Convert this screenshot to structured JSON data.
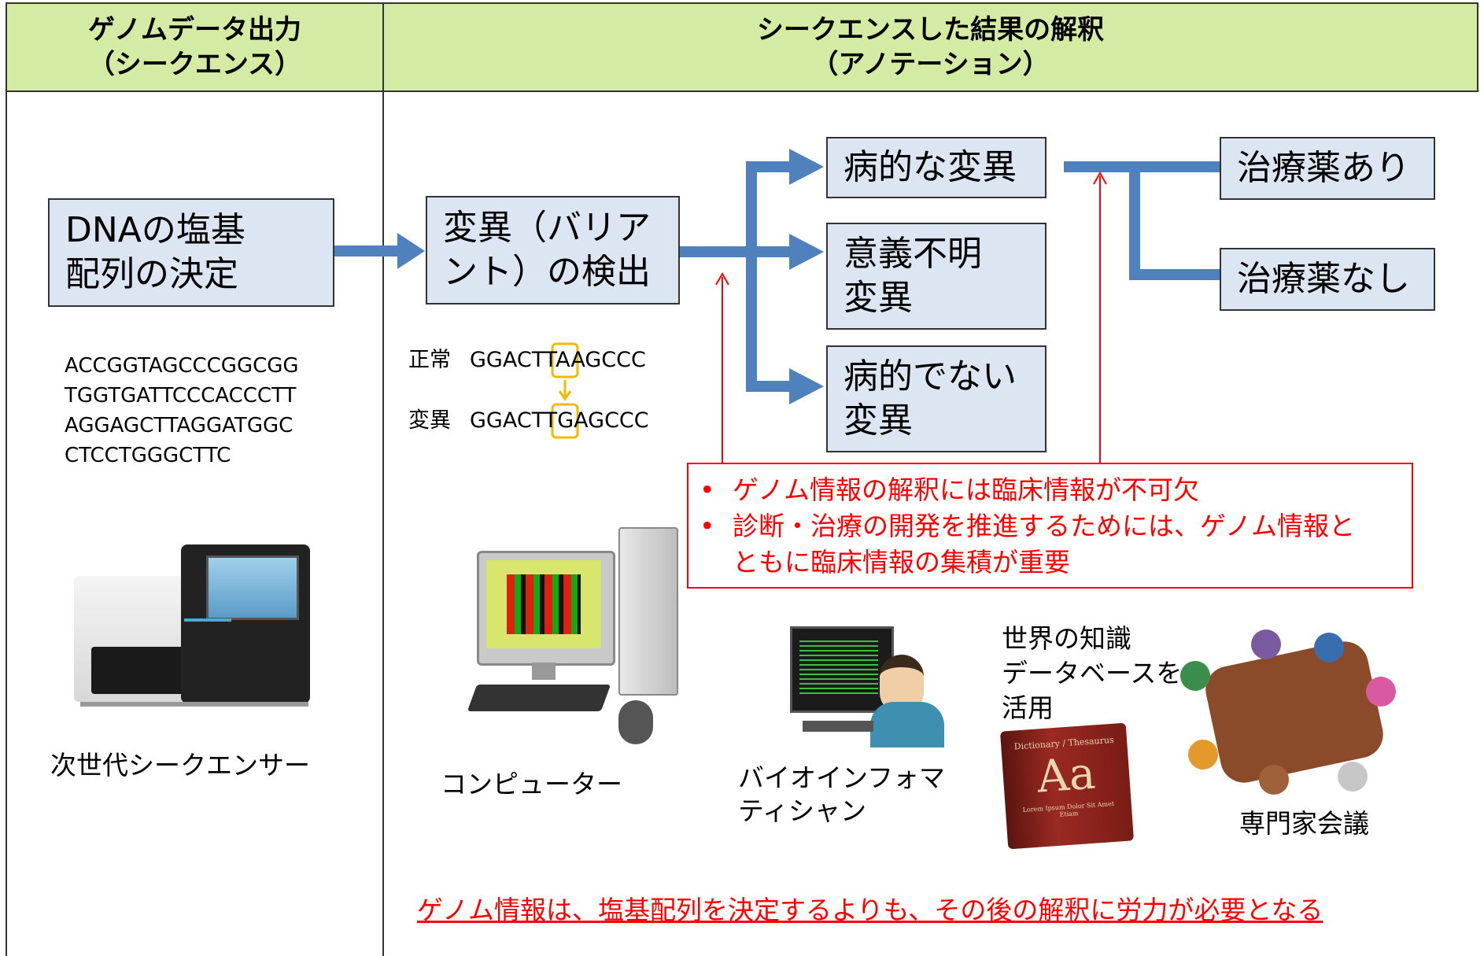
{
  "header": {
    "left_line1": "ゲノムデータ出力",
    "left_line2": "（シークエンス）",
    "right_line1": "シークエンスした結果の解釈",
    "right_line2": "（アノテーション）"
  },
  "left": {
    "dna_box_line1": "DNAの塩基",
    "dna_box_line2": "配列の決定",
    "sequence": [
      "ACCGGTAGCCCGGCGG",
      "TGGTGATTCCCACCCTT",
      "AGGAGCTTAGGATGGC",
      "CTCCTGGGCTTC"
    ],
    "sequencer_label": "次世代シークエンサー"
  },
  "variant": {
    "box_line1": "変異（バリア",
    "box_line2": "ント）の検出",
    "normal_label": "正常",
    "normal_seq_a": "GGACTT",
    "normal_seq_b": "A",
    "normal_seq_c": "AGCCC",
    "mutant_label": "変異",
    "mutant_seq_a": "GGACTT",
    "mutant_seq_b": "G",
    "mutant_seq_c": "AGCCC"
  },
  "classification": {
    "pathogenic": "病的な変異",
    "vus_line1": "意義不明",
    "vus_line2": "変異",
    "benign_line1": "病的でない",
    "benign_line2": "変異"
  },
  "treatment": {
    "available": "治療薬あり",
    "unavailable": "治療薬なし"
  },
  "notes": {
    "bullet": "•",
    "item1": "ゲノム情報の解釈には臨床情報が不可欠",
    "item2_line1": "診断・治療の開発を推進するためには、ゲノム情報と",
    "item2_line2": "ともに臨床情報の集積が重要"
  },
  "resources": {
    "computer": "コンピューター",
    "bioinfo_line1": "バイオインフォマ",
    "bioinfo_line2": "ティシャン",
    "knowledge_line1": "世界の知識",
    "knowledge_line2": "データベースを",
    "knowledge_line3": "活用",
    "book_title": "Dictionary / Thesaurus",
    "book_letters": "Aa",
    "book_sub_line1": "Lorem Ipsum Dolor Sit Amet",
    "book_sub_line2": "Etiam",
    "experts": "専門家会議"
  },
  "conclusion": "ゲノム情報は、塩基配列を決定するよりも、その後の解釈に労力が必要となる",
  "colors": {
    "header_bg": "#d4eba4",
    "box_bg": "#dce6f2",
    "arrow": "#4f81bd",
    "highlight": "#f5b800",
    "red": "#ff0000"
  }
}
